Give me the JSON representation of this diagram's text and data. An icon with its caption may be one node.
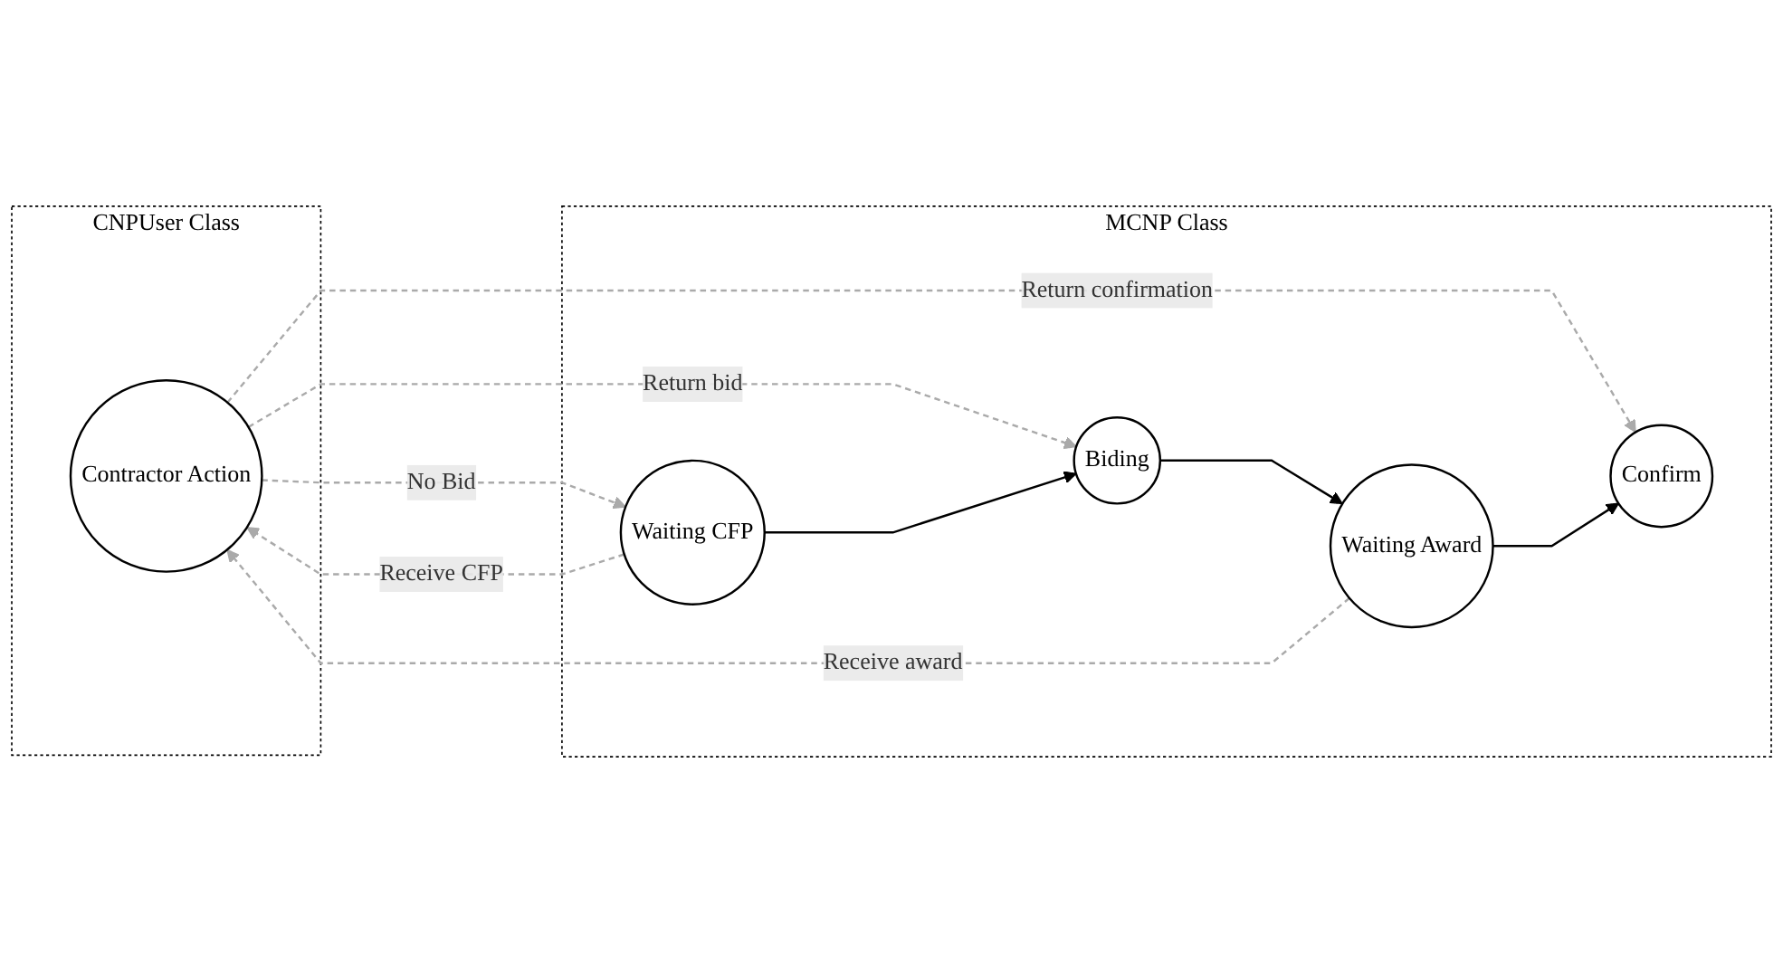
{
  "diagram": {
    "nodes": [
      {
        "text": [
          "CNPUser Class"
        ]
      },
      {
        "text": [
          "Contractor Action"
        ],
        "in": 0
      },
      {
        "text": [
          "MCNP Class"
        ]
      },
      {
        "text": [
          "Waiting CFP"
        ],
        "in": 2
      },
      {
        "text": [
          "Biding"
        ],
        "in": 2
      },
      {
        "text": [
          "Waiting Award"
        ],
        "in": 2
      },
      {
        "text": [
          "Confirm"
        ],
        "in": 2
      }
    ],
    "edges": [
      {
        "from": 3,
        "to": 1,
        "arrow": "to",
        "label": "Receive CFP",
        "style": "dashed",
        "color": "#aaaaaa"
      },
      {
        "from": 1,
        "to": 3,
        "arrow": "to",
        "label": "No Bid",
        "style": "dashed",
        "color": "#aaaaaa"
      },
      {
        "from": 1,
        "to": 4,
        "arrow": "to",
        "label": "Return bid",
        "style": "dashed",
        "color": "#aaaaaa"
      },
      {
        "from": 5,
        "to": 1,
        "arrow": "to",
        "label": "Receive award",
        "style": "dashed",
        "color": "#aaaaaa"
      },
      {
        "from": 1,
        "to": 6,
        "arrow": "to",
        "label": "Return confirmation",
        "style": "dashed",
        "color": "#aaaaaa"
      },
      {
        "from": 3,
        "to": 4,
        "arrow": "to",
        "color": "#000000"
      },
      {
        "from": 4,
        "to": 5,
        "arrow": "to",
        "color": "#000000"
      },
      {
        "from": 5,
        "to": 6,
        "arrow": "to",
        "color": "#000000"
      }
    ]
  }
}
